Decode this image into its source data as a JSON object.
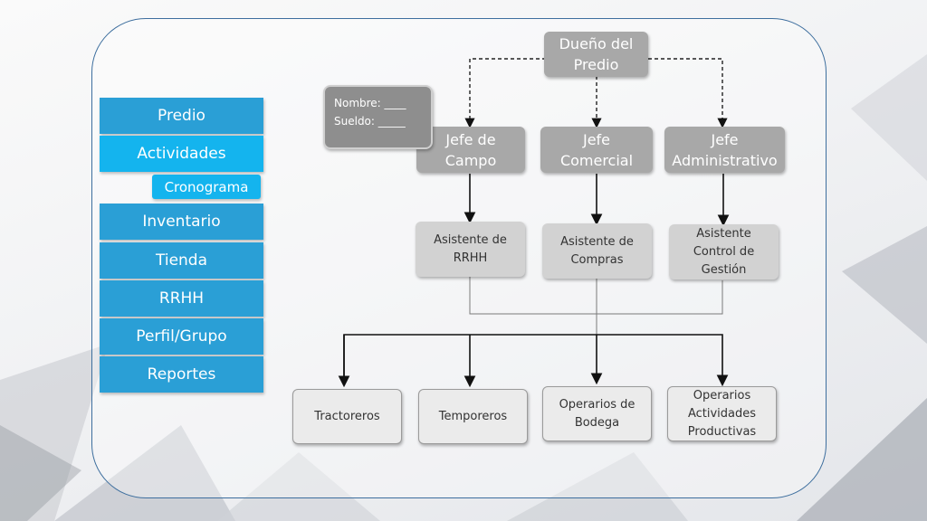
{
  "sidebar": {
    "items": [
      {
        "label": "Predio"
      },
      {
        "label": "Actividades"
      },
      {
        "label": "Inventario"
      },
      {
        "label": "Tienda"
      },
      {
        "label": "RRHH"
      },
      {
        "label": "Perfil/Grupo"
      },
      {
        "label": "Reportes"
      }
    ],
    "sub_item": {
      "label": "Cronograma"
    }
  },
  "org_chart": {
    "owner": {
      "line1": "Dueño del",
      "line2": "Predio"
    },
    "callout": {
      "line1": "Nombre: ____",
      "line2": "Sueldo: _____"
    },
    "managers": [
      {
        "line1": "Jefe de",
        "line2": "Campo"
      },
      {
        "line1": "Jefe",
        "line2": "Comercial"
      },
      {
        "line1": "Jefe",
        "line2": "Administrativo"
      }
    ],
    "assistants": [
      {
        "line1": "Asistente de",
        "line2": "RRHH",
        "line3": ""
      },
      {
        "line1": "Asistente de",
        "line2": "Compras",
        "line3": ""
      },
      {
        "line1": "Asistente",
        "line2": "Control de",
        "line3": "Gestión"
      }
    ],
    "workers": [
      {
        "line1": "Tractoreros",
        "line2": "",
        "line3": ""
      },
      {
        "line1": "Temporeros",
        "line2": "",
        "line3": ""
      },
      {
        "line1": "Operarios de",
        "line2": "Bodega",
        "line3": ""
      },
      {
        "line1": "Operarios",
        "line2": "Actividades",
        "line3": "Productivas"
      }
    ]
  },
  "colors": {
    "nav": "#2a9fd6",
    "nav_active": "#14b4ee",
    "box_dark": "#a8a8a8",
    "frame": "#3d6e9e"
  }
}
